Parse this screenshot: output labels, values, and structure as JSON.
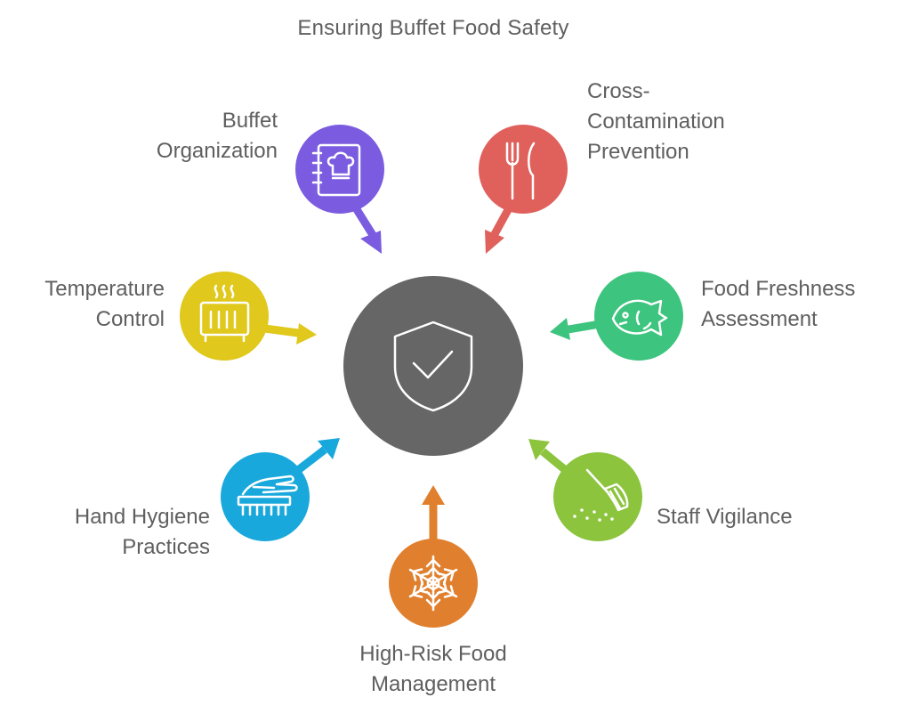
{
  "title": "Ensuring Buffet Food Safety",
  "center": {
    "icon": "shield-check-icon",
    "color": "#666666"
  },
  "nodes": [
    {
      "id": "buffet-organization",
      "lines": [
        "Buffet",
        "Organization"
      ],
      "icon": "recipe-book-icon",
      "color": "#7b5ce0"
    },
    {
      "id": "cross-contamination-prevention",
      "lines": [
        "Cross-",
        "Contamination",
        "Prevention"
      ],
      "icon": "fork-knife-icon",
      "color": "#e0605c"
    },
    {
      "id": "temperature-control",
      "lines": [
        "Temperature",
        "Control"
      ],
      "icon": "heater-icon",
      "color": "#e0c81c"
    },
    {
      "id": "food-freshness-assessment",
      "lines": [
        "Food Freshness",
        "Assessment"
      ],
      "icon": "fish-icon",
      "color": "#3dc47e"
    },
    {
      "id": "hand-hygiene-practices",
      "lines": [
        "Hand Hygiene",
        "Practices"
      ],
      "icon": "hand-brush-icon",
      "color": "#19a8dc"
    },
    {
      "id": "staff-vigilance",
      "lines": [
        "Staff Vigilance"
      ],
      "icon": "broom-icon",
      "color": "#8cc43e"
    },
    {
      "id": "high-risk-food-management",
      "lines": [
        "High-Risk Food",
        "Management"
      ],
      "icon": "snowflake-icon",
      "color": "#e0802e"
    }
  ]
}
